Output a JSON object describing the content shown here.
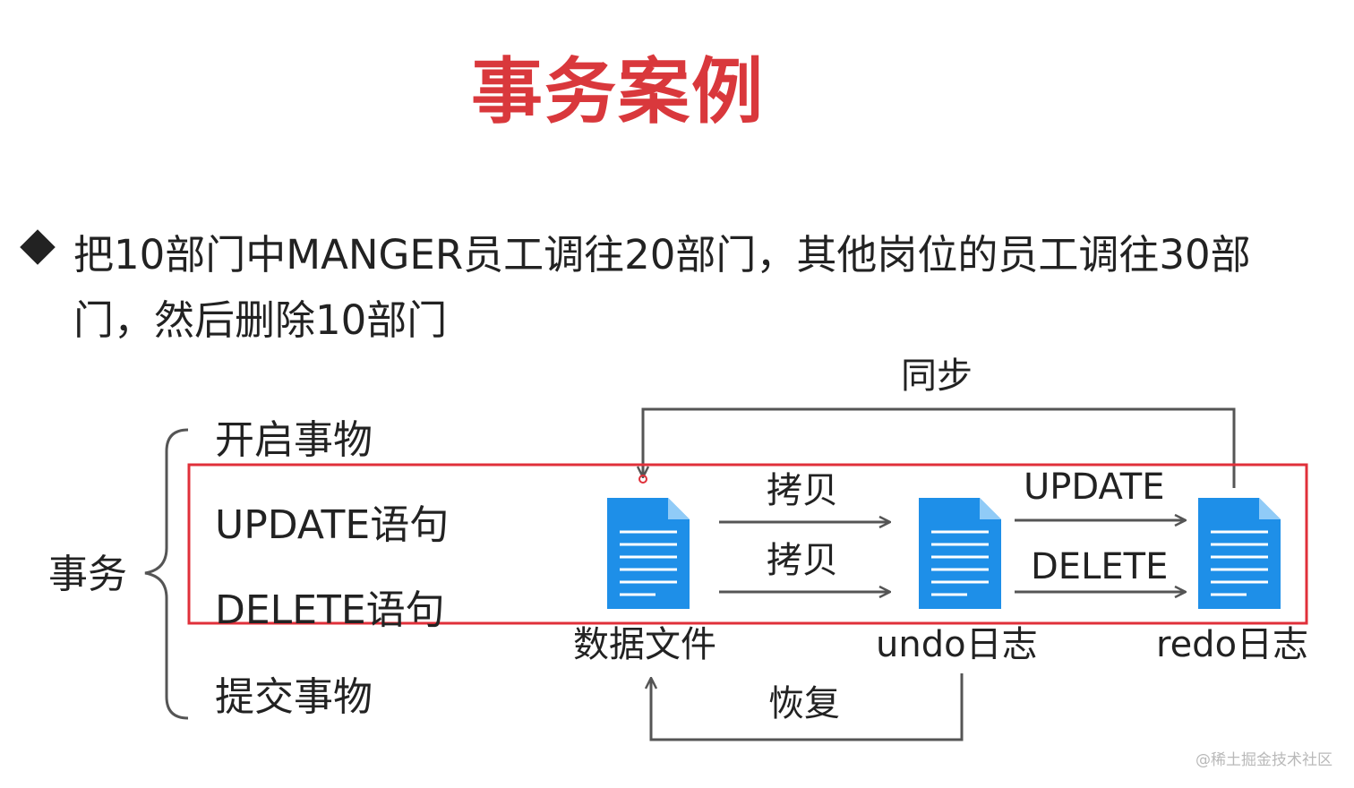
{
  "title": "事务案例",
  "bullet": {
    "line1": "把10部门中MANGER员工调往20部门，其他岗位的员工调往30部",
    "line2": "门，然后删除10部门"
  },
  "transaction": {
    "label": "事务",
    "steps": [
      "开启事物",
      "UPDATE语句",
      "DELETE语句",
      "提交事物"
    ]
  },
  "sync_label": "同步",
  "recover_label": "恢复",
  "copy_label_1": "拷贝",
  "copy_label_2": "拷贝",
  "op_update": "UPDATE",
  "op_delete": "DELETE",
  "documents": {
    "data_file": "数据文件",
    "undo_log": "undo日志",
    "redo_log": "redo日志"
  },
  "watermark": "@稀土掘金技术社区",
  "colors": {
    "title": "#d9383c",
    "highlight_box": "#e0303a",
    "doc_blue": "#1e8fe8",
    "doc_fold": "#90cbf7",
    "line": "#555555",
    "text": "#222222"
  }
}
